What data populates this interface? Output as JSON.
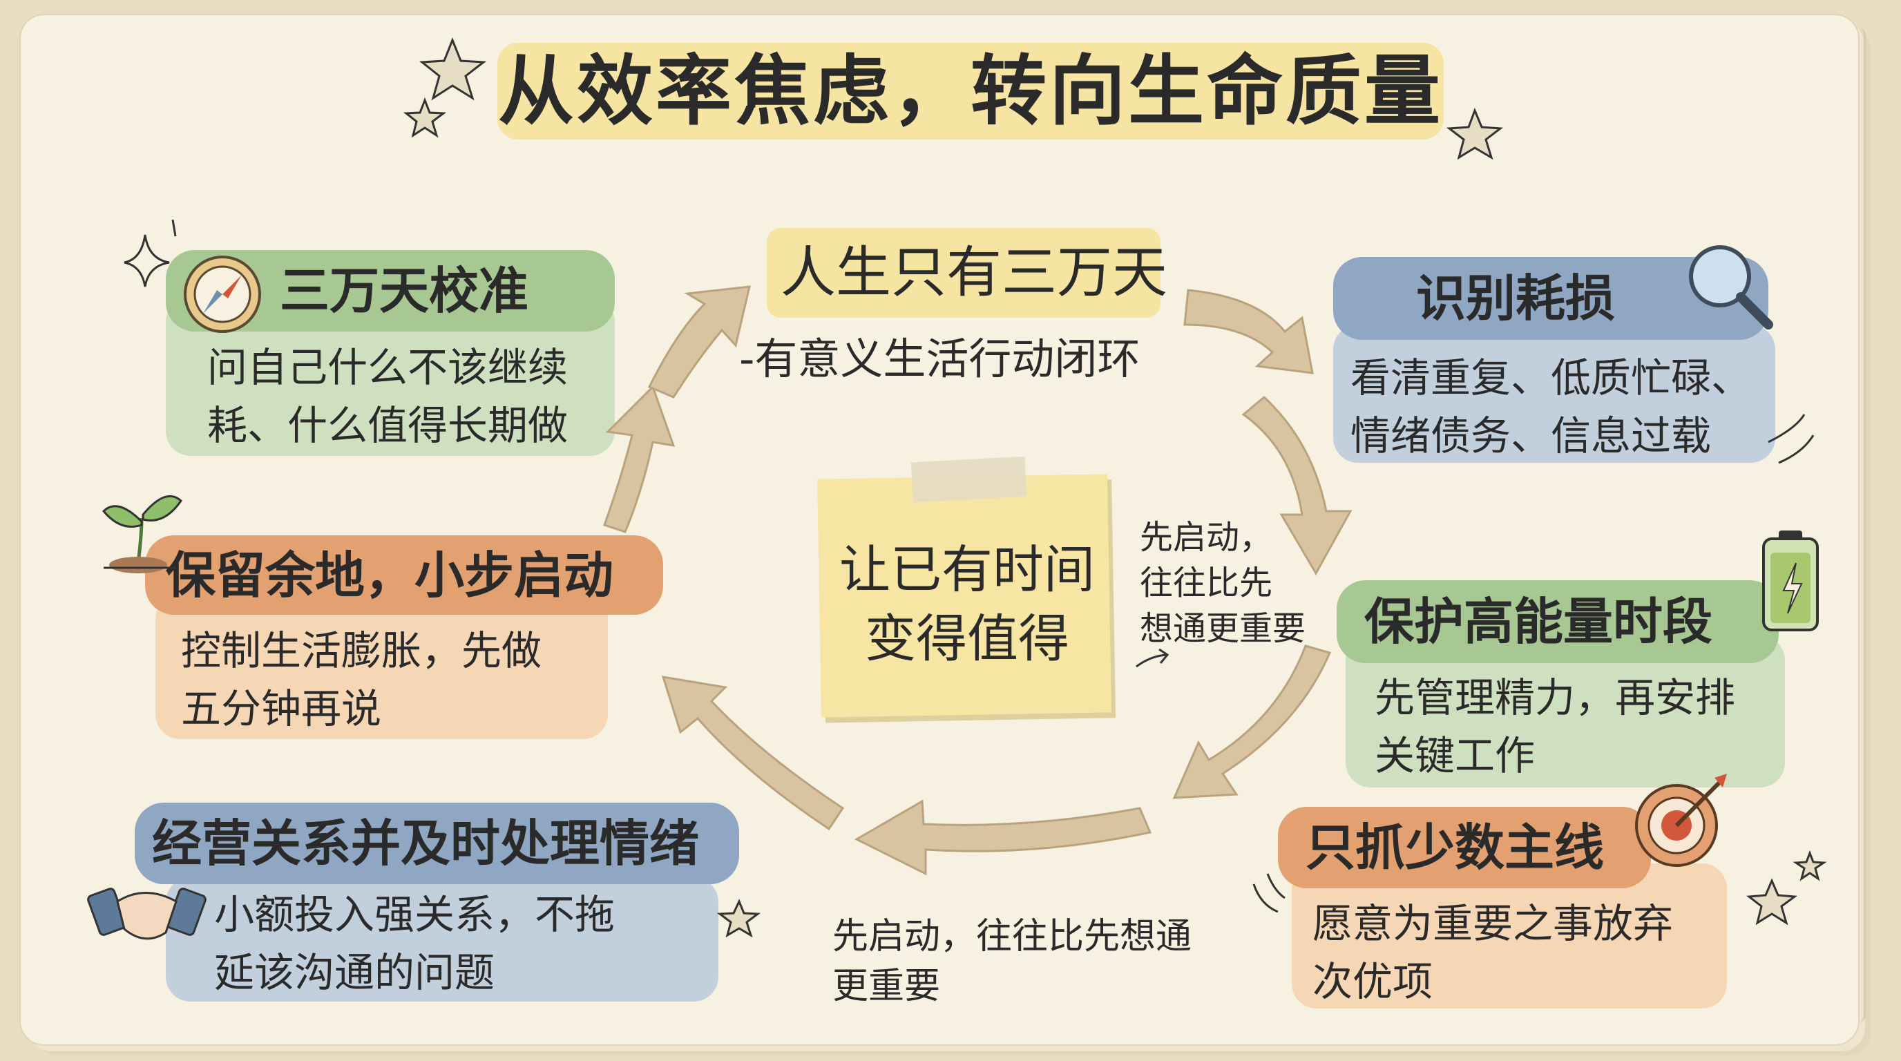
{
  "title": "从效率焦虑，转向生命质量",
  "center": {
    "heading": "人生只有三万天",
    "subheading": "-有意义生活行动闭环",
    "note_line1": "让已有时间",
    "note_line2": "变得值得",
    "side_line1": "先启动，",
    "side_line2": "往往比先",
    "side_line3": "想通更重要",
    "bottom_line1": "先启动，往往比先想通",
    "bottom_line2": "更重要"
  },
  "nodes": {
    "calibrate": {
      "title": "三万天校准",
      "line1": "问自己什么不该继续",
      "line2": "耗、什么值得长期做",
      "icon": "compass-icon"
    },
    "identify": {
      "title": "识别耗损",
      "line1": "看清重复、低质忙碌、",
      "line2": "情绪债务、信息过载",
      "icon": "magnifier-icon"
    },
    "protect": {
      "title": "保护高能量时段",
      "line1": "先管理精力，再安排",
      "line2": "关键工作",
      "icon": "battery-icon"
    },
    "focus": {
      "title": "只抓少数主线",
      "line1": "愿意为重要之事放弃",
      "line2": "次优项",
      "icon": "target-icon"
    },
    "relations": {
      "title": "经营关系并及时处理情绪",
      "line1": "小额投入强关系，不拖",
      "line2": "延该沟通的问题",
      "icon": "handshake-icon"
    },
    "reserve": {
      "title": "保留余地，小步启动",
      "line1": "控制生活膨胀，先做",
      "line2": "五分钟再说",
      "icon": "sprout-icon"
    }
  },
  "colors": {
    "paper": "#f7f1e1",
    "green": "#a8c893",
    "orange": "#e3a071",
    "blue": "#8fa7c3",
    "yellow": "#f6e4a3",
    "arrow": "#d9c4a2"
  }
}
